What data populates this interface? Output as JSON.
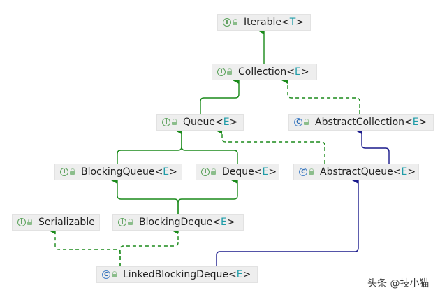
{
  "nodes": {
    "iterable": {
      "name": "Iterable",
      "type_param": "T",
      "kind": "interface",
      "kind_letter": "I"
    },
    "collection": {
      "name": "Collection",
      "type_param": "E",
      "kind": "interface",
      "kind_letter": "I"
    },
    "queue": {
      "name": "Queue",
      "type_param": "E",
      "kind": "interface",
      "kind_letter": "I"
    },
    "abstract_collection": {
      "name": "AbstractCollection",
      "type_param": "E",
      "kind": "abstract class",
      "kind_letter": "C"
    },
    "blocking_queue": {
      "name": "BlockingQueue",
      "type_param": "E",
      "kind": "interface",
      "kind_letter": "I"
    },
    "deque": {
      "name": "Deque",
      "type_param": "E",
      "kind": "interface",
      "kind_letter": "I"
    },
    "abstract_queue": {
      "name": "AbstractQueue",
      "type_param": "E",
      "kind": "abstract class",
      "kind_letter": "C"
    },
    "serializable": {
      "name": "Serializable",
      "type_param": "",
      "kind": "interface",
      "kind_letter": "I"
    },
    "blocking_deque": {
      "name": "BlockingDeque",
      "type_param": "E",
      "kind": "interface",
      "kind_letter": "I"
    },
    "linked_blocking_deque": {
      "name": "LinkedBlockingDeque",
      "type_param": "E",
      "kind": "class",
      "kind_letter": "C"
    }
  },
  "relations": [
    {
      "from": "collection",
      "to": "iterable",
      "type": "extends"
    },
    {
      "from": "queue",
      "to": "collection",
      "type": "extends"
    },
    {
      "from": "abstract_collection",
      "to": "collection",
      "type": "implements"
    },
    {
      "from": "blocking_queue",
      "to": "queue",
      "type": "extends"
    },
    {
      "from": "deque",
      "to": "queue",
      "type": "extends"
    },
    {
      "from": "abstract_queue",
      "to": "queue",
      "type": "implements"
    },
    {
      "from": "abstract_queue",
      "to": "abstract_collection",
      "type": "class-extends"
    },
    {
      "from": "blocking_deque",
      "to": "blocking_queue",
      "type": "extends"
    },
    {
      "from": "blocking_deque",
      "to": "deque",
      "type": "extends"
    },
    {
      "from": "linked_blocking_deque",
      "to": "serializable",
      "type": "implements"
    },
    {
      "from": "linked_blocking_deque",
      "to": "blocking_deque",
      "type": "implements"
    },
    {
      "from": "linked_blocking_deque",
      "to": "abstract_queue",
      "type": "class-extends"
    }
  ],
  "colors": {
    "interface_edge": "#1a8a1a",
    "class_edge": "#1a1a8c",
    "type_param": "#1f9ca8",
    "node_bg": "#eeeeee"
  },
  "watermark": "头条 @技小猫"
}
